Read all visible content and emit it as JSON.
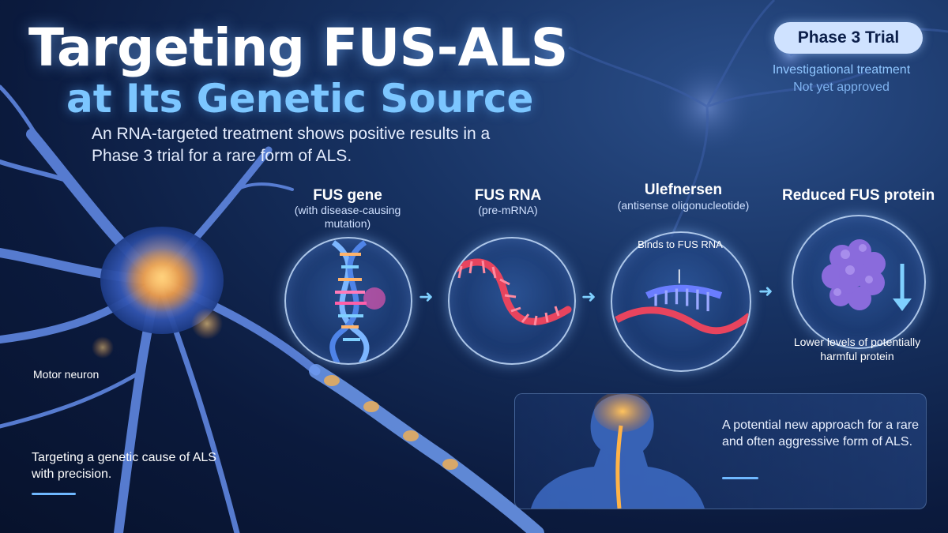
{
  "header": {
    "title_line1": "Targeting FUS-ALS",
    "title_line2": "at Its Genetic Source",
    "subtitle": "An RNA-targeted treatment shows positive results in a Phase 3 trial for a rare form of ALS."
  },
  "badge": {
    "label": "Phase 3 Trial",
    "sub1": "Investigational treatment",
    "sub2": "Not yet approved"
  },
  "steps": [
    {
      "title": "FUS gene",
      "subtitle": "(with disease-causing mutation)",
      "icon": "dna-helix-icon"
    },
    {
      "title": "FUS RNA",
      "subtitle": "(pre-mRNA)",
      "icon": "rna-strand-icon"
    },
    {
      "title": "Ulefnersen",
      "subtitle": "(antisense oligonucleotide)",
      "icon": "aso-binding-icon",
      "annotation": "Binds to FUS RNA"
    },
    {
      "title": "Reduced FUS protein",
      "subtitle": "",
      "icon": "protein-icon",
      "note": "Lower levels of potentially harmful protein"
    }
  ],
  "neuron": {
    "label": "Motor neuron",
    "caption": "Targeting a genetic cause of ALS with precision."
  },
  "panel": {
    "text": "A potential new approach for a rare and often aggressive form of ALS.",
    "icon": "brain-spine-figure-icon"
  },
  "colors": {
    "accent": "#7cc6ff",
    "badge_bg": "#cfe2ff",
    "rna_red": "#e8445e",
    "aso_blue": "#6a7dff",
    "protein_purple": "#8a6bdc",
    "glow_orange": "#ffb347"
  }
}
